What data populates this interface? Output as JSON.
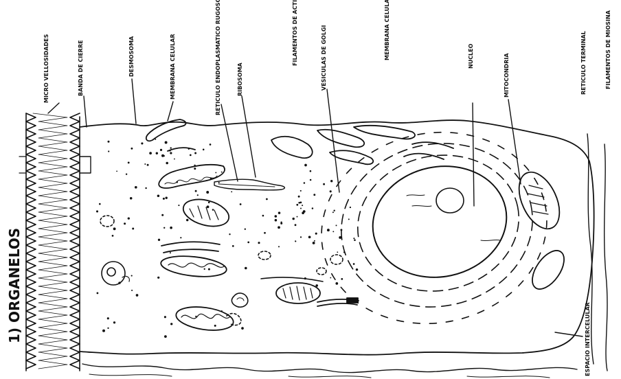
{
  "diagram": {
    "title": "1) ORGANELOS",
    "labels": {
      "micro_vellosidades": "MICRO VELLOSIDADES",
      "banda_de_cierre": "BANDA DE CIERRE",
      "desmosoma": "DESMOSOMA",
      "membrana_celular_1": "MEMBRANA CELULAR",
      "reticulo_rugoso": "RETICULO ENDOPLASMATICO RUGOSO",
      "ribosoma": "RIBOSOMA",
      "filamentos_actina": "FILAMENTOS DE ACTINA",
      "vesiculas_golgi": "VESICULAS DE GOLGI",
      "membrana_celular_2": "MEMBRANA CELULAR",
      "nucleo": "NUCLEO",
      "mitocondria": "MITOCONDRIA",
      "reticulo_terminal": "RETICULO TERMINAL",
      "filamentos_miosina": "FILAMENTOS DE MIOSINA",
      "espacio_intercelular": "ESPACIO INTERCELULAR"
    }
  },
  "colors": {
    "ink": "#111111",
    "paper": "#ffffff"
  }
}
